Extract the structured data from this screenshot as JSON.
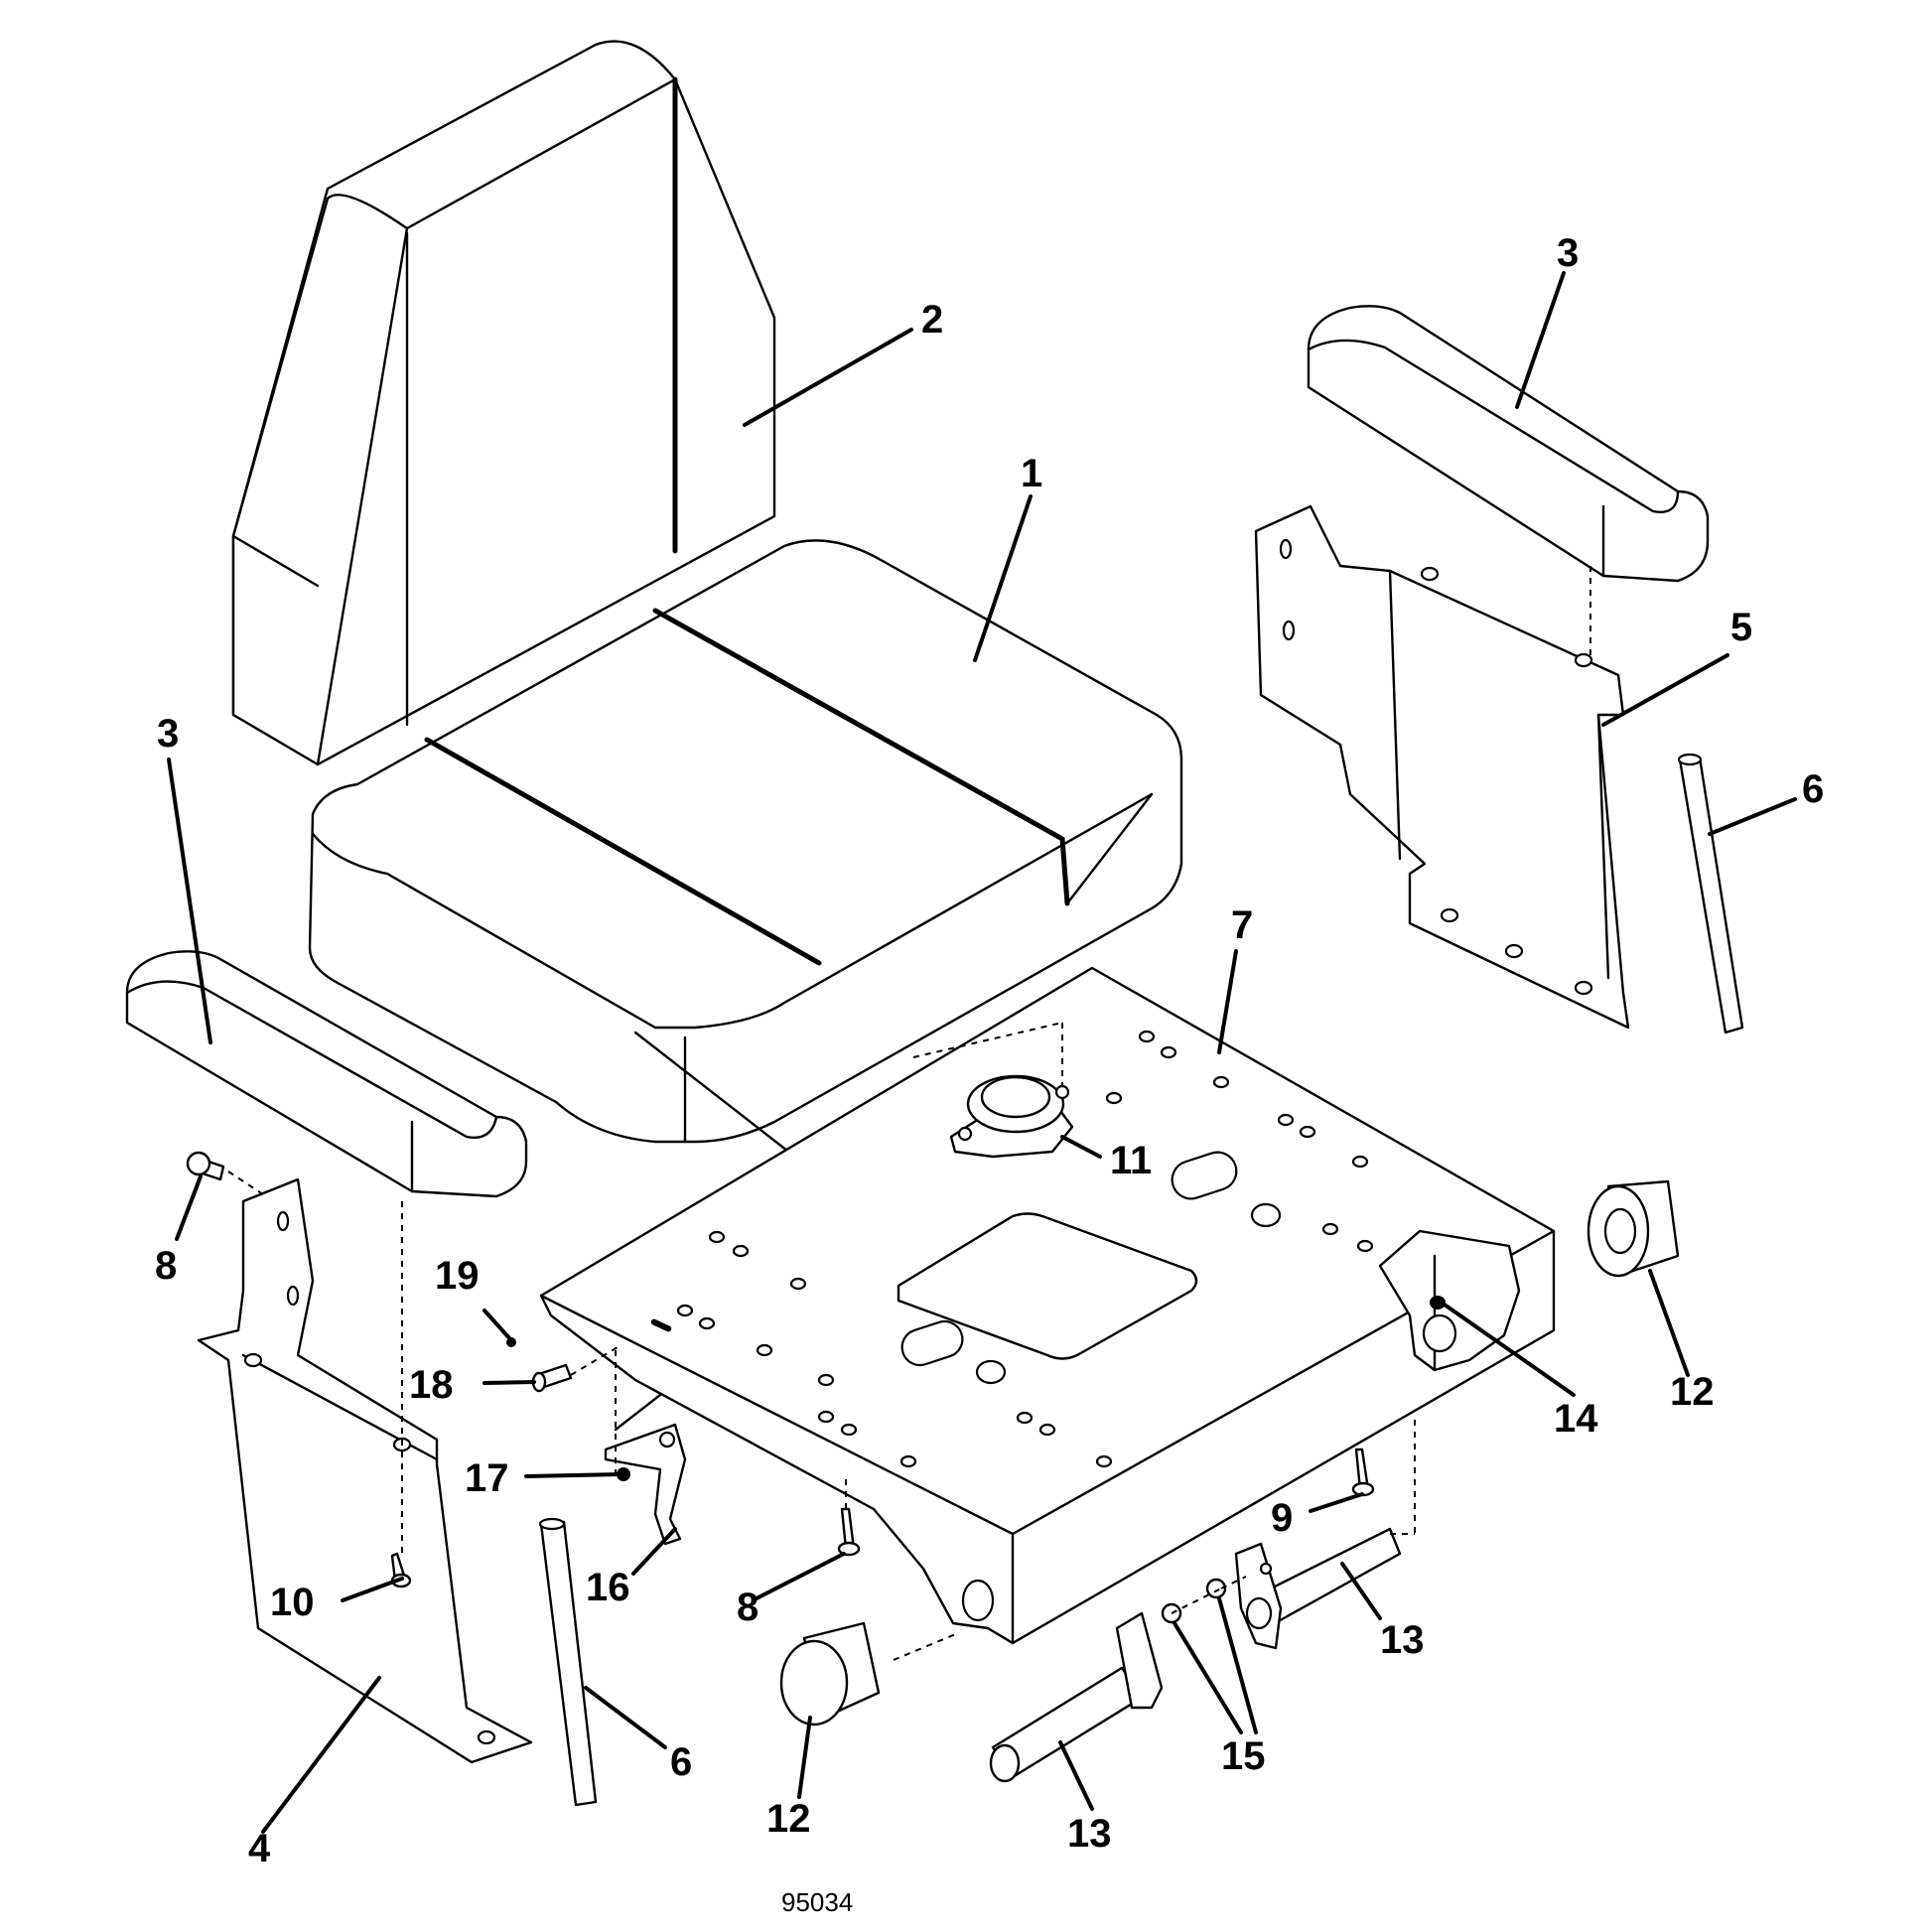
{
  "figure_id": "95034",
  "callouts": {
    "c1": "1",
    "c2": "2",
    "c3a": "3",
    "c3b": "3",
    "c4": "4",
    "c5": "5",
    "c6a": "6",
    "c6b": "6",
    "c7": "7",
    "c8a": "8",
    "c8b": "8",
    "c9": "9",
    "c10": "10",
    "c11": "11",
    "c12a": "12",
    "c12b": "12",
    "c13a": "13",
    "c13b": "13",
    "c14": "14",
    "c15": "15",
    "c16": "16",
    "c17": "17",
    "c18": "18",
    "c19": "19"
  }
}
